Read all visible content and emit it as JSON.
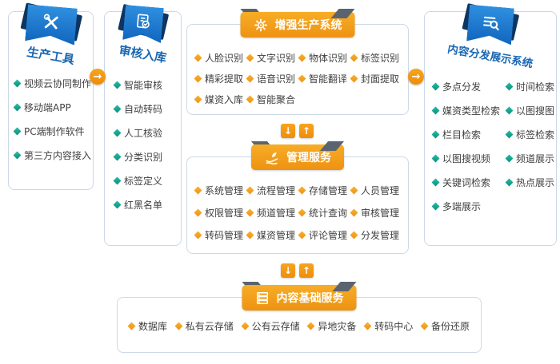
{
  "colors": {
    "blue_ribbon": "#1166be",
    "navy_fold": "#0d3560",
    "orange_banner": "#ee9212",
    "banner_fold_gray": "#5a6470",
    "teal_bullet": "#14a896",
    "orange_bullet": "#f3a11c",
    "title_blue": "#1a67b2",
    "item_text": "#3f3f3f"
  },
  "arrows": {
    "right": "→",
    "down": "↓",
    "up": "↑"
  },
  "panels": {
    "production_tools": {
      "title": "生产工具",
      "items": [
        "视频云协同制作",
        "移动端APP",
        "PC端制作软件",
        "第三方内容接入"
      ]
    },
    "review_storage": {
      "title": "审核入库",
      "items": [
        "智能审核",
        "自动转码",
        "人工核验",
        "分类识别",
        "标签定义",
        "红黑名单"
      ]
    },
    "enhanced_production": {
      "title": "增强生产系统",
      "items": [
        "人脸识别",
        "文字识别",
        "物体识别",
        "标签识别",
        "精彩提取",
        "语音识别",
        "智能翻译",
        "封面提取",
        "媒资入库",
        "智能聚合"
      ]
    },
    "management_services": {
      "title": "管理服务",
      "items": [
        "系统管理",
        "流程管理",
        "存储管理",
        "人员管理",
        "权限管理",
        "频道管理",
        "统计查询",
        "审核管理",
        "转码管理",
        "媒资管理",
        "评论管理",
        "分发管理"
      ]
    },
    "basic_services": {
      "title": "内容基础服务",
      "items": [
        "数据库",
        "私有云存储",
        "公有云存储",
        "异地灾备",
        "转码中心",
        "备份还原"
      ]
    },
    "distribution_display": {
      "title": "内容分发展示系统",
      "items_col1": [
        "多点分发",
        "媒资类型检索",
        "栏目检索",
        "以图搜视频",
        "关键词检索",
        "多端展示"
      ],
      "items_col2": [
        "时间检索",
        "以图搜图",
        "标签检索",
        "频道展示",
        "热点展示"
      ]
    }
  }
}
